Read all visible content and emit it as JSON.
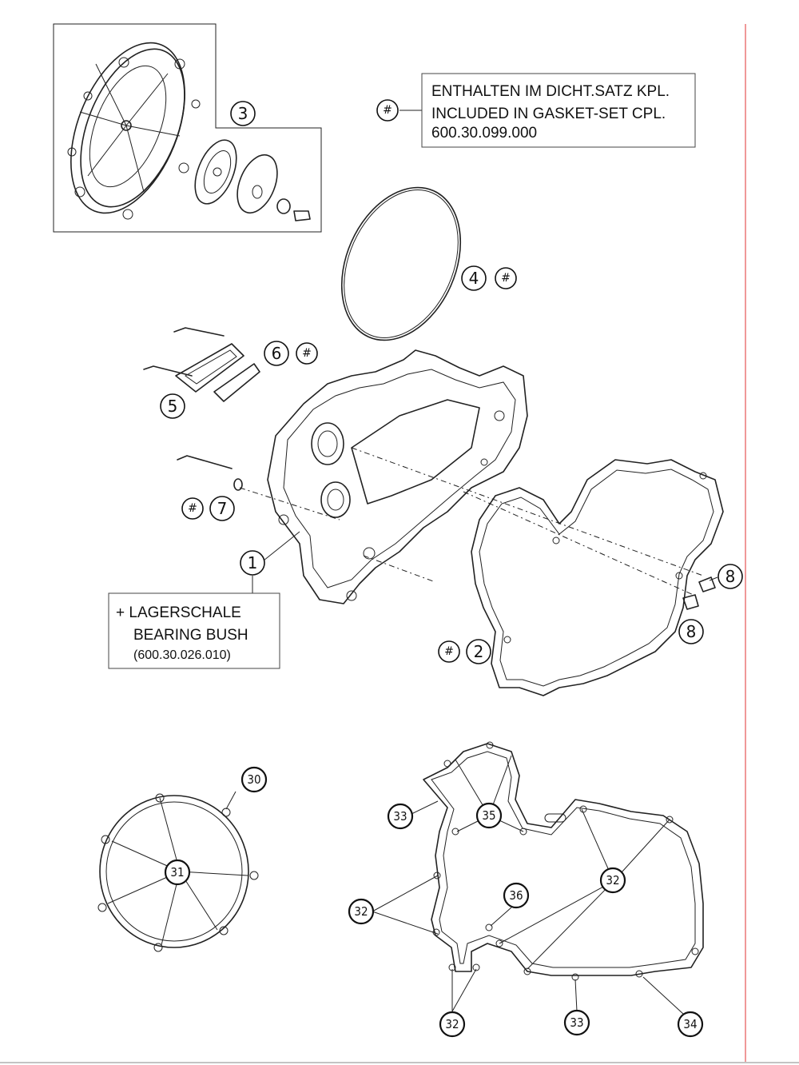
{
  "legend": {
    "symbol": "#",
    "line1": "ENTHALTEN IM DICHT.SATZ KPL.",
    "line2": "INCLUDED IN GASKET-SET CPL.",
    "line3": "600.30.099.000"
  },
  "note": {
    "line1": "+ LAGERSCHALE",
    "line2": "BEARING BUSH",
    "line3": "(600.30.026.010)"
  },
  "callouts": {
    "c1": "1",
    "c2": "2",
    "c3": "3",
    "c4": "4",
    "c5": "5",
    "c6": "6",
    "c7": "7",
    "c8a": "8",
    "c8b": "8",
    "c30": "30",
    "c31": "31",
    "c32a": "32",
    "c32b": "32",
    "c32c": "32",
    "c33a": "33",
    "c33b": "33",
    "c34": "34",
    "c35": "35",
    "c36": "36"
  },
  "colors": {
    "line": "#222222",
    "margin_rule": "#e03030"
  }
}
